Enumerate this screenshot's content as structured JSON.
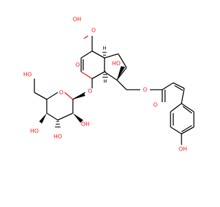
{
  "molecule": {
    "element_colors": {
      "O": "#ff0d0d",
      "C": "#000000",
      "H": "#000000"
    },
    "labels": {
      "cooh_oh": "OH",
      "cooh_o": "O",
      "ring_o": "O",
      "glyco_o": "O",
      "sugar_ring_o": "O",
      "sugar_ch2oh": "HO",
      "sugar_oh_1": "HO",
      "sugar_oh_2": "HO",
      "sugar_oh_3": "OH",
      "tert_oh": "HO",
      "ester_o": "O",
      "ester_carbonyl_o": "O",
      "phenol_oh": "OH",
      "h_4a": "H",
      "h_7a": "H"
    }
  }
}
